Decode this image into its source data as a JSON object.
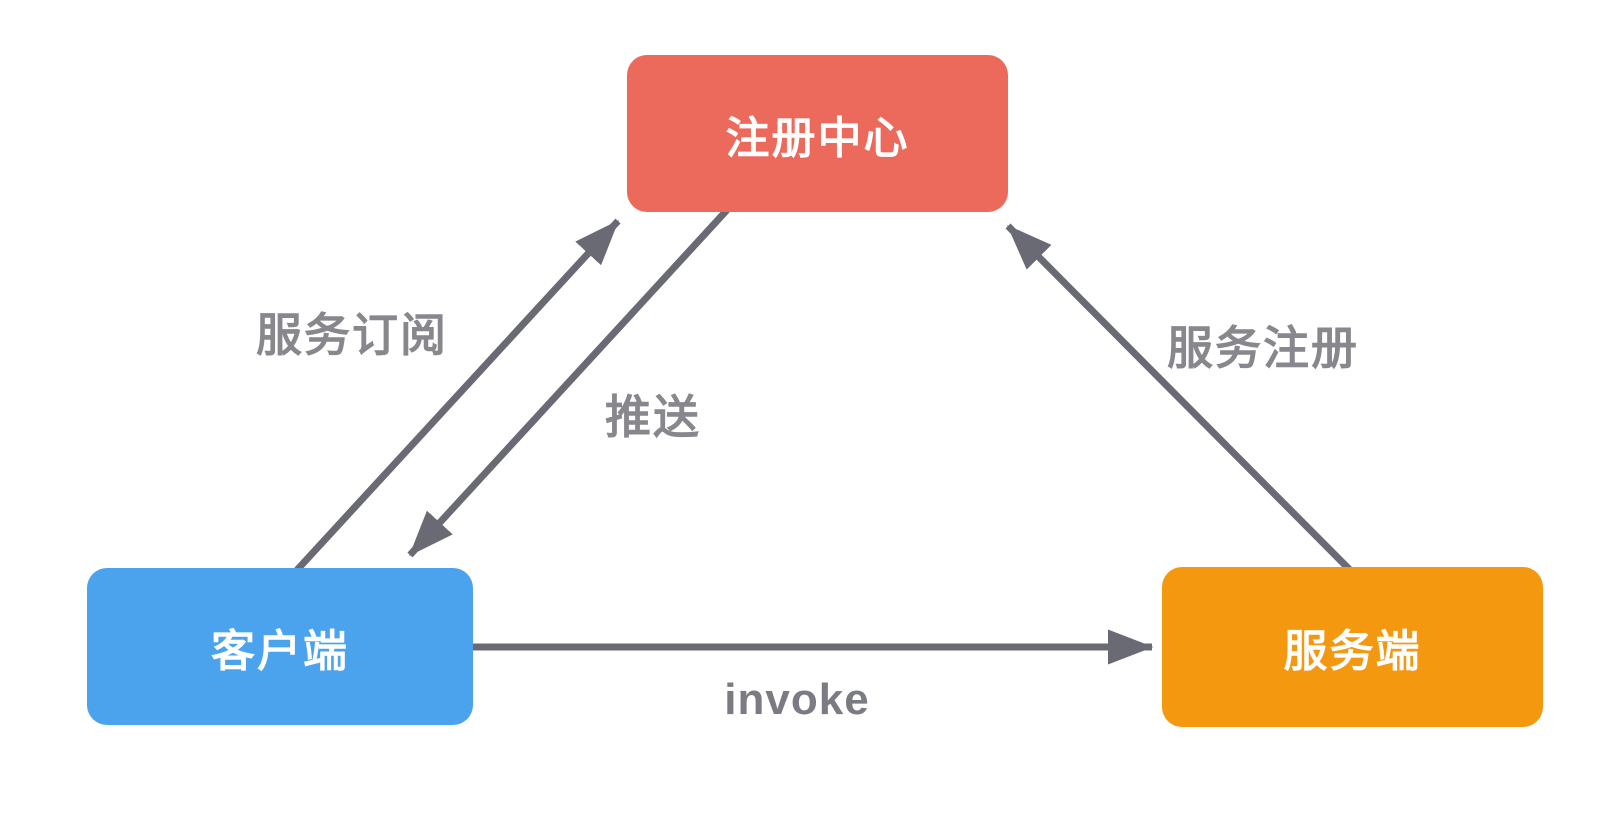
{
  "diagram": {
    "title": "service-registry-architecture",
    "nodes": {
      "registry": {
        "label": "注册中心",
        "color": "#ec6a5c",
        "text_color": "#ffffff"
      },
      "client": {
        "label": "客户端",
        "color": "#4aa3ec",
        "text_color": "#ffffff"
      },
      "server": {
        "label": "服务端",
        "color": "#f3980f",
        "text_color": "#ffffff"
      }
    },
    "edges": {
      "subscribe": {
        "label": "服务订阅",
        "from": "client",
        "to": "registry"
      },
      "push": {
        "label": "推送",
        "from": "registry",
        "to": "client"
      },
      "register": {
        "label": "服务注册",
        "from": "server",
        "to": "registry"
      },
      "invoke": {
        "label": "invoke",
        "from": "client",
        "to": "server"
      }
    },
    "arrow_color": "#6a6a74",
    "label_color": "#87878d",
    "background_color": "#ffffff"
  }
}
